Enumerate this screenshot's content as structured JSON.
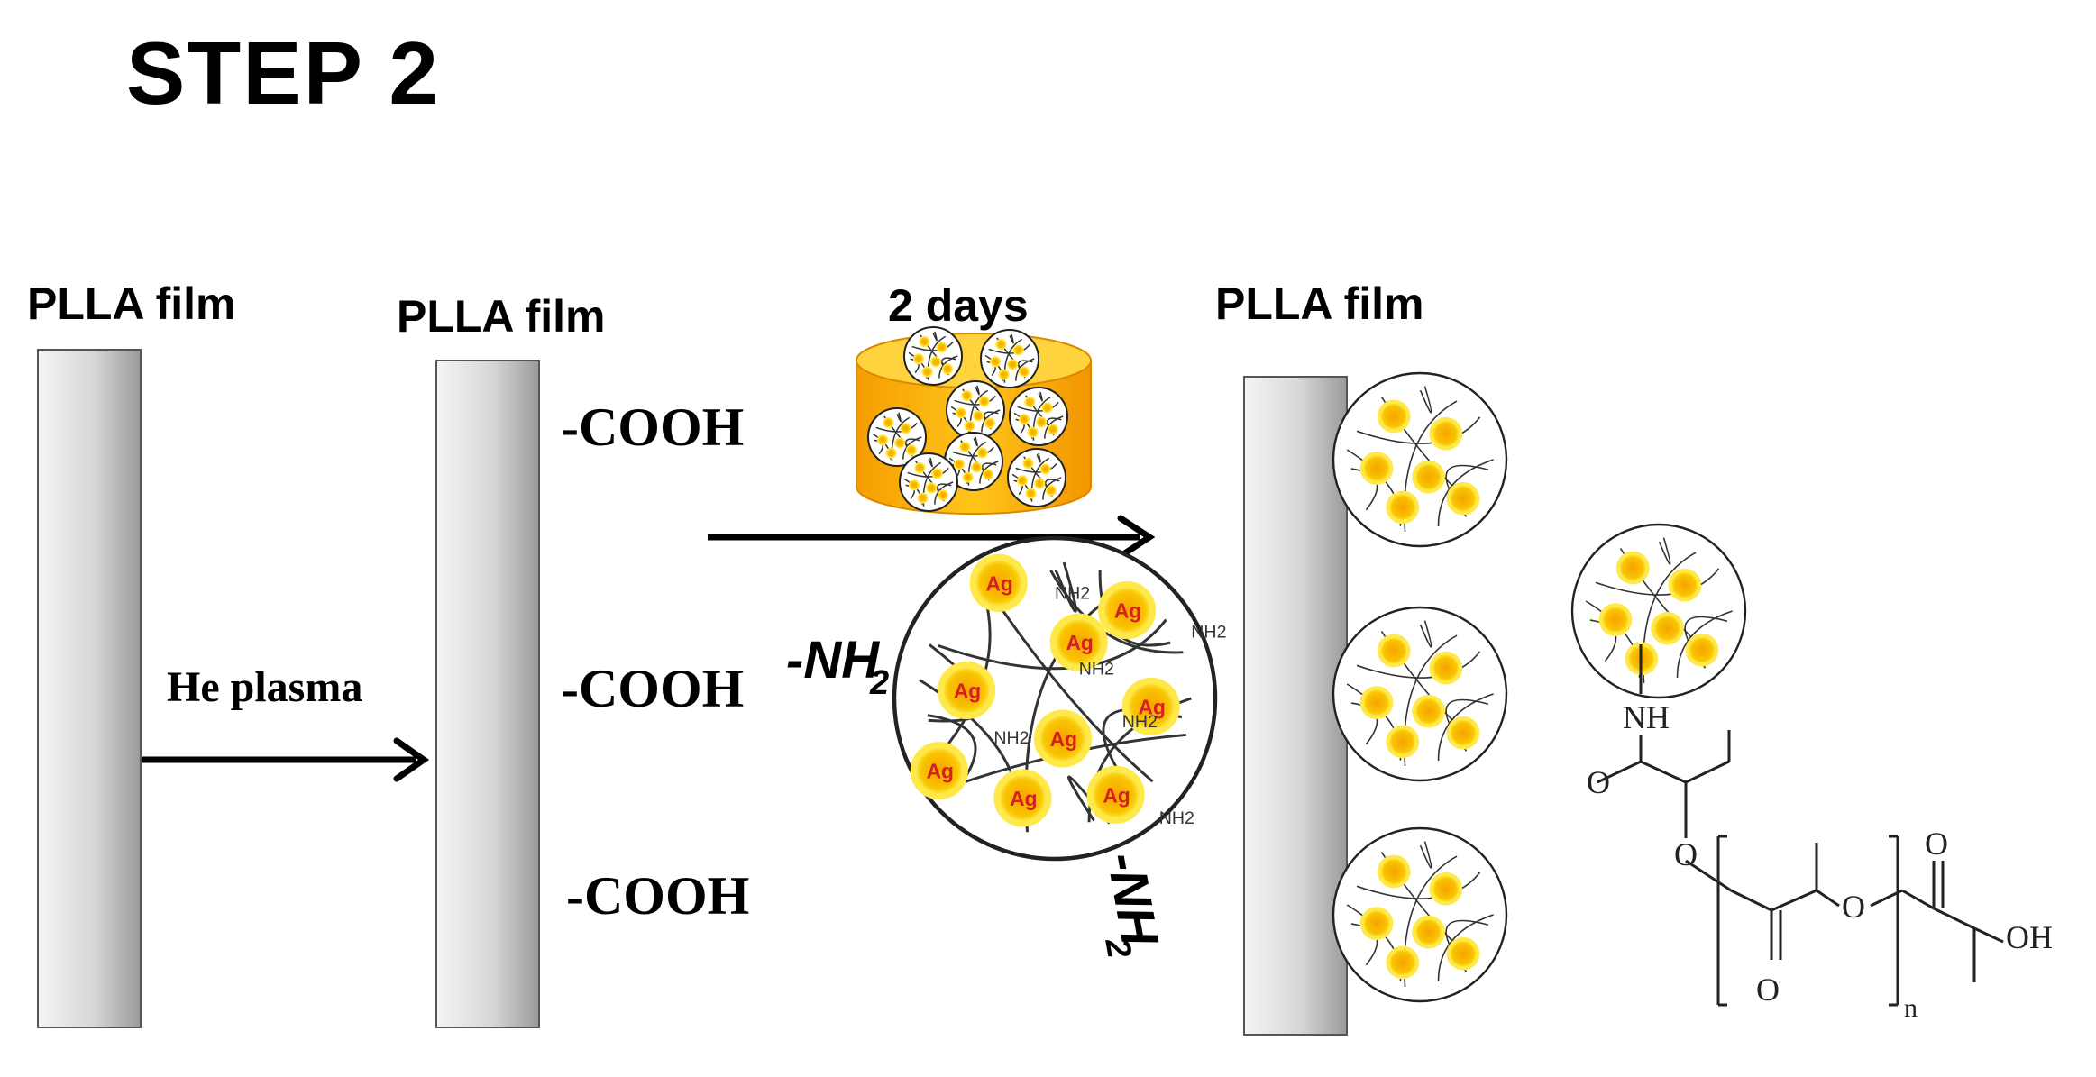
{
  "title": "STEP 2",
  "films": [
    {
      "label": "PLLA film"
    },
    {
      "label": "PLLA film"
    },
    {
      "label": "PLLA film"
    }
  ],
  "surface_groups": [
    "-COOH",
    "-COOH",
    "-COOH"
  ],
  "steps": {
    "plasma": "He plasma",
    "incubation": "2 days"
  },
  "particle": {
    "nanoparticle_label": "Ag",
    "amine_label": "NH2",
    "amine_external": [
      "-NH2",
      "-NH2"
    ]
  },
  "structure": {
    "amine": "NH",
    "carbonyl_o": "O",
    "ether_o": "O",
    "repeat_index": "n",
    "hydroxyl": "OH"
  },
  "colors": {
    "film_gradient_light": "#f2f2f2",
    "film_gradient_dark": "#9c9c9c",
    "nanoparticle": "#f9c200",
    "nanoparticle_rim": "#ffe94a",
    "jar": "#f9b500"
  }
}
